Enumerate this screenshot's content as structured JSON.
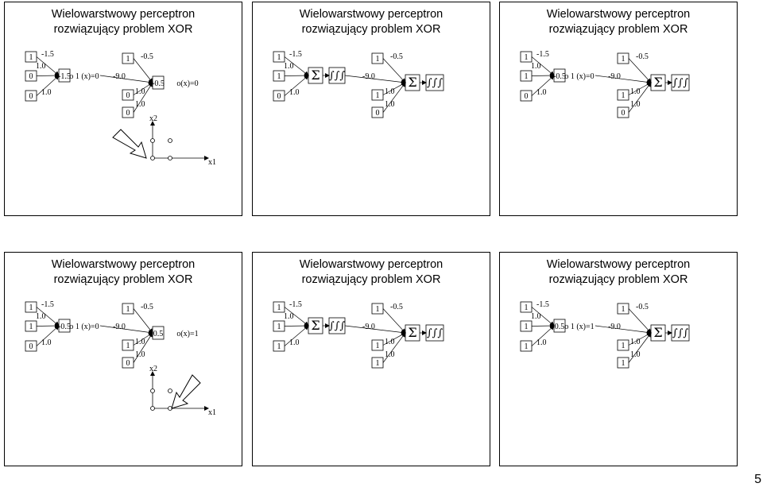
{
  "page_number": "5",
  "slide_title_line1": "Wielowarstwowy perceptron",
  "slide_title_line2": "rozwiązujący problem XOR",
  "sigma_symbol": "Σ",
  "squiggle_symbol": "∫∫∫",
  "axis": {
    "x1": "x1",
    "x2": "x2"
  },
  "slides": [
    {
      "kind": "eval",
      "inputs": [
        "1",
        "0",
        "0"
      ],
      "hidden_bias_value": "1",
      "w_bias_h": "-1.5",
      "w_x1_h": "1.0",
      "w_x2_h": "1.0",
      "hidden_label": "o 1 (x)=0",
      "hidden_in": "-1.5",
      "out_bias_value": "1",
      "out_x1_value": "0",
      "out_x2_value": "0",
      "w_bias_o": "-0.5",
      "w_h_o": "-9.0",
      "w_x1_o": "1.0",
      "w_x2_o": "1.0",
      "out_in": "-0.5",
      "out_label": "o(x)=0",
      "cursor": "top-left",
      "points_active": []
    },
    {
      "kind": "struct",
      "inputs": [
        "1",
        "1",
        "0"
      ],
      "hidden_bias_value": "1",
      "w_bias_h": "-1.5",
      "w_x1_h": "1.0",
      "w_x2_h": "1.0",
      "out_bias_value": "1",
      "out_x1_value": "1",
      "out_x2_value": "0",
      "w_bias_o": "-0.5",
      "w_h_o": "-9.0",
      "w_x1_o": "1.0",
      "w_x2_o": "1.0"
    },
    {
      "kind": "eval_partial",
      "inputs": [
        "1",
        "1",
        "0"
      ],
      "hidden_bias_value": "1",
      "w_bias_h": "-1.5",
      "w_x1_h": "1.0",
      "w_x2_h": "1.0",
      "hidden_label": "o 1 (x)=0",
      "hidden_in": "-0.5",
      "out_bias_value": "1",
      "out_x1_value": "1",
      "out_x2_value": "0",
      "w_bias_o": "-0.5",
      "w_h_o": "-9.0",
      "w_x1_o": "1.0",
      "w_x2_o": "1.0"
    },
    {
      "kind": "eval",
      "inputs": [
        "1",
        "1",
        "0"
      ],
      "hidden_bias_value": "1",
      "w_bias_h": "-1.5",
      "w_x1_h": "1.0",
      "w_x2_h": "1.0",
      "hidden_label": "o 1 (x)=0",
      "hidden_in": "-0.5",
      "out_bias_value": "1",
      "out_x1_value": "1",
      "out_x2_value": "0",
      "w_bias_o": "-0.5",
      "w_h_o": "-9.0",
      "w_x1_o": "1.0",
      "w_x2_o": "1.0",
      "out_in": "0.5",
      "out_label": "o(x)=1",
      "cursor": "bottom-right",
      "points_active": []
    },
    {
      "kind": "struct",
      "inputs": [
        "1",
        "1",
        "1"
      ],
      "hidden_bias_value": "1",
      "w_bias_h": "-1.5",
      "w_x1_h": "1.0",
      "w_x2_h": "1.0",
      "out_bias_value": "1",
      "out_x1_value": "1",
      "out_x2_value": "1",
      "w_bias_o": "-0.5",
      "w_h_o": "-9.0",
      "w_x1_o": "1.0",
      "w_x2_o": "1.0"
    },
    {
      "kind": "eval_partial",
      "inputs": [
        "1",
        "1",
        "1"
      ],
      "hidden_bias_value": "1",
      "w_bias_h": "-1.5",
      "w_x1_h": "1.0",
      "w_x2_h": "1.0",
      "hidden_label": "o 1 (x)=1",
      "hidden_in": "0.5",
      "out_bias_value": "1",
      "out_x1_value": "1",
      "out_x2_value": "1",
      "w_bias_o": "-0.5",
      "w_h_o": "-9.0",
      "w_x1_o": "1.0",
      "w_x2_o": "1.0"
    }
  ]
}
